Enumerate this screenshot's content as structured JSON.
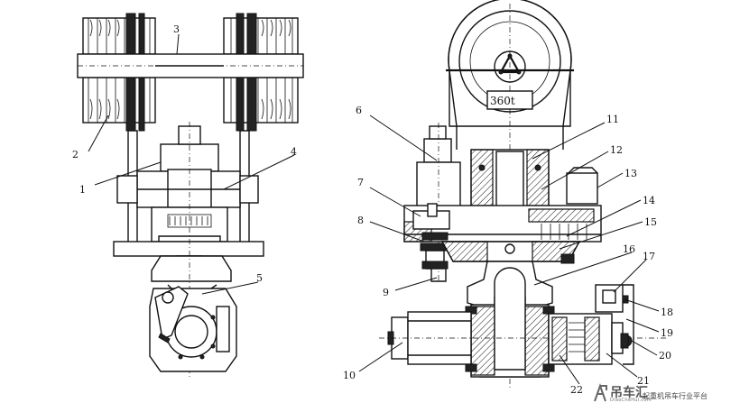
{
  "drawing": {
    "left_view_labels": [
      "1",
      "2",
      "3",
      "4",
      "5"
    ],
    "right_view_labels": [
      "6",
      "7",
      "8",
      "9",
      "10",
      "11",
      "12",
      "13",
      "14",
      "15",
      "16",
      "17",
      "18",
      "19",
      "20",
      "21",
      "22"
    ],
    "capacity_plate": "360t"
  },
  "watermark": {
    "brand": "吊车汇",
    "brand_sub": "DiaoCheHui.com",
    "slogan": "起重机吊车行业平台"
  }
}
